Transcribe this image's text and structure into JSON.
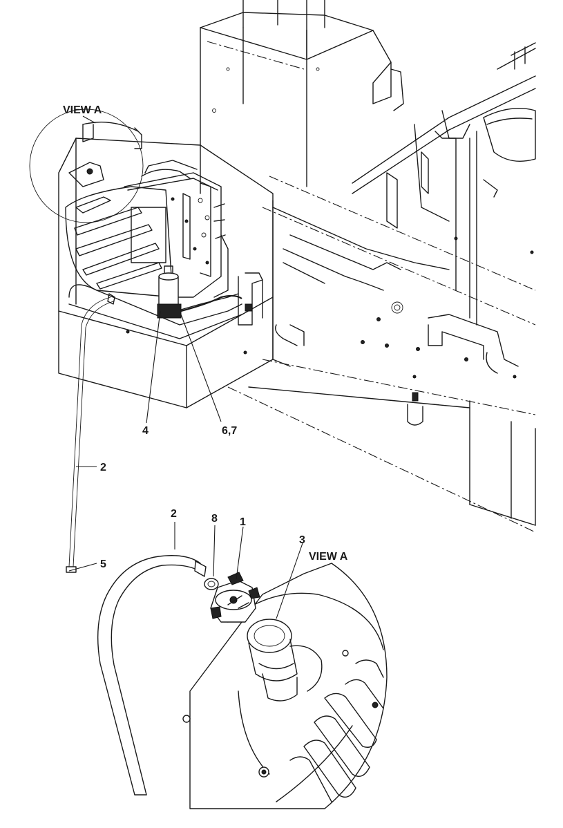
{
  "callouts": {
    "item_1": "1",
    "item_2_upper": "2",
    "item_2_lower": "2",
    "item_3": "3",
    "item_4": "4",
    "item_5": "5",
    "item_6_7": "6,7",
    "item_8": "8"
  },
  "view_labels": {
    "upper": "VIEW A",
    "lower": "VIEW A"
  }
}
